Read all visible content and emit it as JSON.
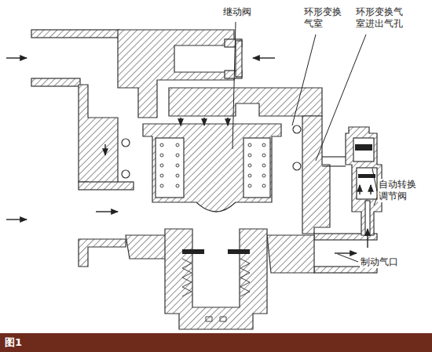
{
  "diagram": {
    "caption": "图1",
    "labels": [
      "继动阀",
      "环形变换 气室",
      "环形变换气 室进出气孔",
      "自动转换 调节阀",
      "制动气口"
    ]
  }
}
